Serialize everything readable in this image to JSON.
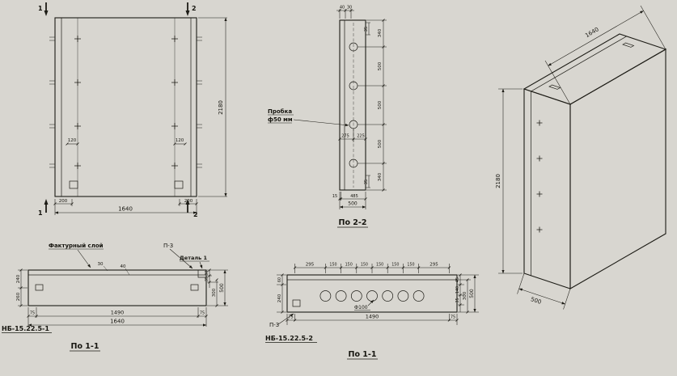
{
  "drawing": {
    "front_view": {
      "dim_height": "2180",
      "dim_width_total": "1640",
      "dim_edge_left": "200",
      "dim_edge_right": "200",
      "dim_anchor_left": "120",
      "dim_anchor_right": "120",
      "mark_section1_top": "1",
      "mark_section1_bottom": "1",
      "mark_section2_top": "2",
      "mark_section2_bottom": "2"
    },
    "section_2_2": {
      "title": "По 2-2",
      "plug_label_line1": "Пробка",
      "plug_label_line2": "ф50 мм",
      "right_dims": [
        "340",
        "500",
        "500",
        "500",
        "340"
      ],
      "top_dim_a": "40",
      "top_dim_b": "30",
      "top_right_dim": "35",
      "bottom_right_dim": "35",
      "inner_dim_left": "275",
      "inner_dim_right": "225",
      "bottom_dim_a": "15",
      "bottom_dim_b": "485",
      "bottom_total": "500"
    },
    "isometric": {
      "dim_length": "1640",
      "dim_height": "2180",
      "dim_width": "500"
    },
    "section_1_1_nb1": {
      "title": "По 1-1",
      "mark": "НБ-15.22.5-1",
      "facing_label": "Фактурный слой",
      "p3_label": "П-3",
      "detail_label": "Деталь 1",
      "dim_facing": "30",
      "dim_step": "40",
      "right_small_a": "30",
      "right_small_b": "35",
      "right_dim_a": "300",
      "right_dim_b": "500",
      "left_dims": [
        "240",
        "260"
      ],
      "bottom_dims": [
        "75",
        "1490",
        "75"
      ],
      "bottom_total": "1640"
    },
    "section_1_1_nb2": {
      "title": "По 1-1",
      "mark": "НБ-15.22.5-2",
      "p3_label": "П-3",
      "hole_label": "Ф100",
      "top_dims": [
        "295",
        "150",
        "150",
        "150",
        "150",
        "150",
        "150",
        "295"
      ],
      "left_dim_a": "60",
      "left_dim_b": "240",
      "right_small": [
        "45",
        "140",
        "35"
      ],
      "right_dim_a": "300",
      "right_dim_b": "500",
      "bottom_dims": [
        "75",
        "1490",
        "75"
      ]
    }
  }
}
